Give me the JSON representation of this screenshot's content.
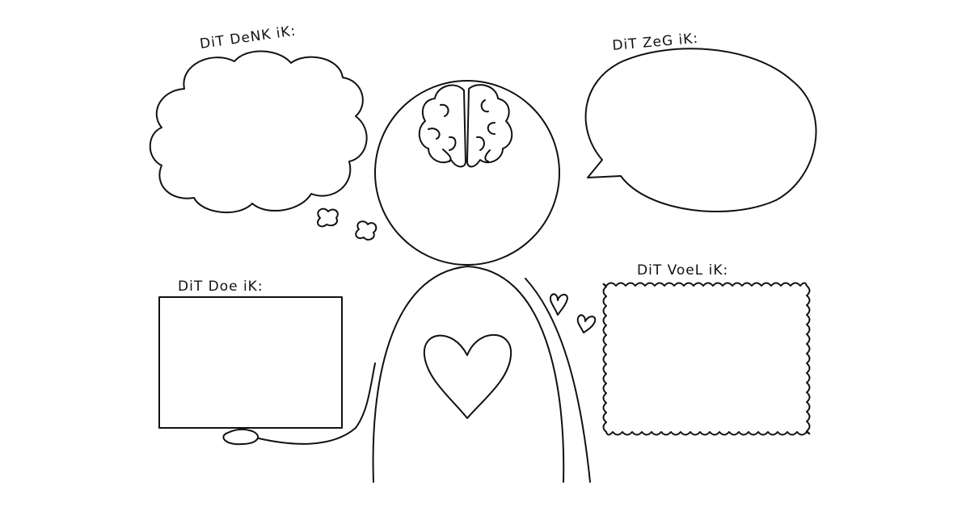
{
  "labels": {
    "think": "DiT DeNK iK:",
    "say": "DiT ZeG iK:",
    "do": "DiT Doe iK:",
    "feel": "DiT VoeL iK:"
  },
  "colors": {
    "line": "#111111",
    "background": "#ffffff"
  }
}
